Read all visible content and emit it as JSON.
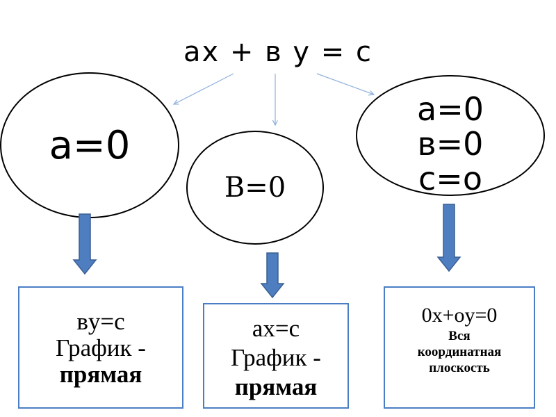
{
  "title": "ax + в y = c",
  "ellipses": [
    {
      "lines": [
        "a=0"
      ]
    },
    {
      "lines": [
        "B=0"
      ]
    },
    {
      "lines": [
        "a=0",
        "в=0",
        "с=о"
      ]
    }
  ],
  "boxes": [
    {
      "line1": "вy=c",
      "line2": "График -",
      "line3": "прямая"
    },
    {
      "line1": "ax=c",
      "line2": "График -",
      "line3": "прямая"
    },
    {
      "line1": "0x+oy=0",
      "line2": "Вся",
      "line3": "координатная",
      "line4": "плоскость"
    }
  ],
  "colors": {
    "arrow_fill": "#4f7ec0",
    "arrow_stroke": "#3a5f94",
    "box_border": "#4a7ec4",
    "connector": "#8fb0da"
  }
}
